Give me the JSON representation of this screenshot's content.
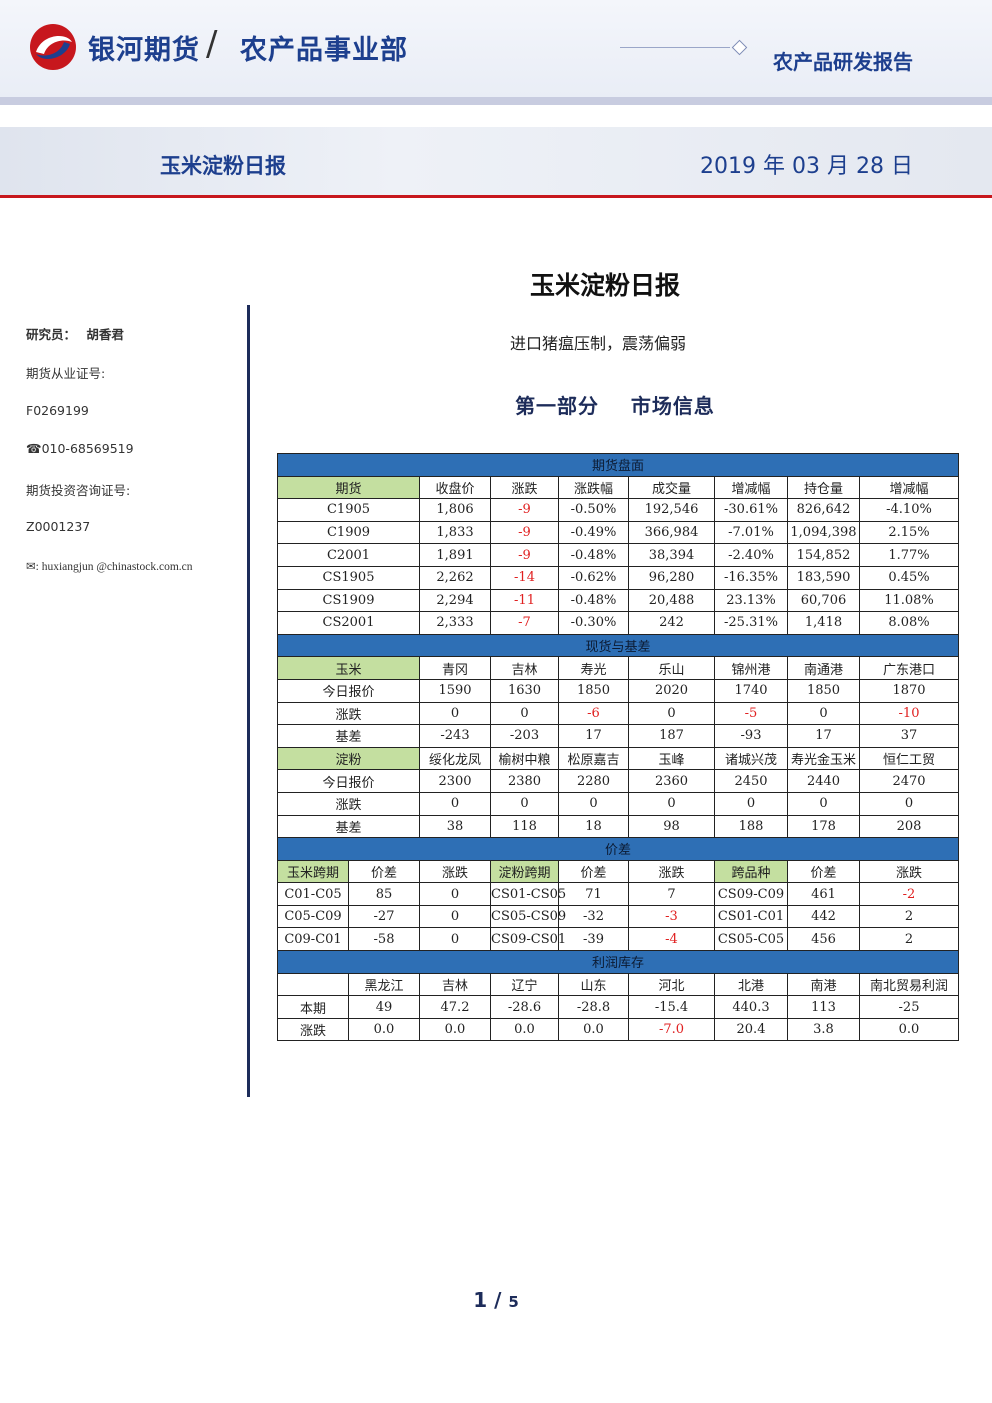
{
  "header": {
    "brand": "银河期货",
    "slash": "/",
    "department": "农产品事业部",
    "report_type": "农产品研发报告",
    "report_name": "玉米淀粉日报",
    "date": "2019 年 03 月 28 日",
    "colors": {
      "brand_blue": "#1d3f8e",
      "accent_red": "#c7171d",
      "table_header_blue": "#2e6fb5",
      "label_green": "#c4dfa0",
      "negative_red": "#e02020"
    }
  },
  "left": {
    "researcher_label": "研究员：",
    "researcher_name": "胡香君",
    "license_label": "期货从业证号:",
    "license_no": "F0269199",
    "phone_icon": "☎",
    "phone": "010-68569519",
    "consult_label": "期货投资咨询证号:",
    "consult_no": "Z0001237",
    "mail_icon": "✉",
    "email": "huxiangjun @chinastock.com.cn"
  },
  "main": {
    "title": "玉米淀粉日报",
    "subtitle": "进口猪瘟压制，震荡偏弱",
    "section": "第一部分    市场信息"
  },
  "table": {
    "futures": {
      "title": "期货盘面",
      "headers": [
        "期货",
        "收盘价",
        "涨跌",
        "涨跌幅",
        "成交量",
        "增减幅",
        "持仓量",
        "增减幅"
      ],
      "rows": [
        [
          "C1905",
          "1,806",
          "-9",
          "-0.50%",
          "192,546",
          "-30.61%",
          "826,642",
          "-4.10%"
        ],
        [
          "C1909",
          "1,833",
          "-9",
          "-0.49%",
          "366,984",
          "-7.01%",
          "1,094,398",
          "2.15%"
        ],
        [
          "C2001",
          "1,891",
          "-9",
          "-0.48%",
          "38,394",
          "-2.40%",
          "154,852",
          "1.77%"
        ],
        [
          "CS1905",
          "2,262",
          "-14",
          "-0.62%",
          "96,280",
          "-16.35%",
          "183,590",
          "0.45%"
        ],
        [
          "CS1909",
          "2,294",
          "-11",
          "-0.48%",
          "20,488",
          "23.13%",
          "60,706",
          "11.08%"
        ],
        [
          "CS2001",
          "2,333",
          "-7",
          "-0.30%",
          "242",
          "-25.31%",
          "1,418",
          "8.08%"
        ]
      ]
    },
    "spot": {
      "title": "现货与基差",
      "corn_headers": [
        "玉米",
        "青冈",
        "吉林",
        "寿光",
        "乐山",
        "锦州港",
        "南通港",
        "广东港口"
      ],
      "corn_rows": [
        [
          "今日报价",
          "1590",
          "1630",
          "1850",
          "2020",
          "1740",
          "1850",
          "1870"
        ],
        [
          "涨跌",
          "0",
          "0",
          "-6",
          "0",
          "-5",
          "0",
          "-10"
        ],
        [
          "基差",
          "-243",
          "-203",
          "17",
          "187",
          "-93",
          "17",
          "37"
        ]
      ],
      "starch_headers": [
        "淀粉",
        "绥化龙凤",
        "榆树中粮",
        "松原嘉吉",
        "玉峰",
        "诸城兴茂",
        "寿光金玉米",
        "恒仁工贸"
      ],
      "starch_rows": [
        [
          "今日报价",
          "2300",
          "2380",
          "2280",
          "2360",
          "2450",
          "2440",
          "2470"
        ],
        [
          "涨跌",
          "0",
          "0",
          "0",
          "0",
          "0",
          "0",
          "0"
        ],
        [
          "基差",
          "38",
          "118",
          "18",
          "98",
          "188",
          "178",
          "208"
        ]
      ]
    },
    "spread": {
      "title": "价差",
      "headers": [
        "玉米跨期",
        "价差",
        "涨跌",
        "淀粉跨期",
        "价差",
        "涨跌",
        "跨品种",
        "价差",
        "涨跌"
      ],
      "rows": [
        [
          "C01-C05",
          "85",
          "0",
          "CS01-CS05",
          "71",
          "7",
          "CS09-C09",
          "461",
          "-2"
        ],
        [
          "C05-C09",
          "-27",
          "0",
          "CS05-CS09",
          "-32",
          "-3",
          "CS01-C01",
          "442",
          "2"
        ],
        [
          "C09-C01",
          "-58",
          "0",
          "CS09-CS01",
          "-39",
          "-4",
          "CS05-C05",
          "456",
          "2"
        ]
      ]
    },
    "profit": {
      "title": "利润库存",
      "headers": [
        "",
        "黑龙江",
        "吉林",
        "辽宁",
        "山东",
        "河北",
        "北港",
        "南港",
        "南北贸易利润"
      ],
      "rows": [
        [
          "本期",
          "49",
          "47.2",
          "-28.6",
          "-28.8",
          "-15.4",
          "440.3",
          "113",
          "-25"
        ],
        [
          "涨跌",
          "0.0",
          "0.0",
          "0.0",
          "0.0",
          "-7.0",
          "20.4",
          "3.8",
          "0.0"
        ]
      ]
    }
  },
  "footer": {
    "page": "1",
    "sep": "/",
    "total": "5"
  }
}
